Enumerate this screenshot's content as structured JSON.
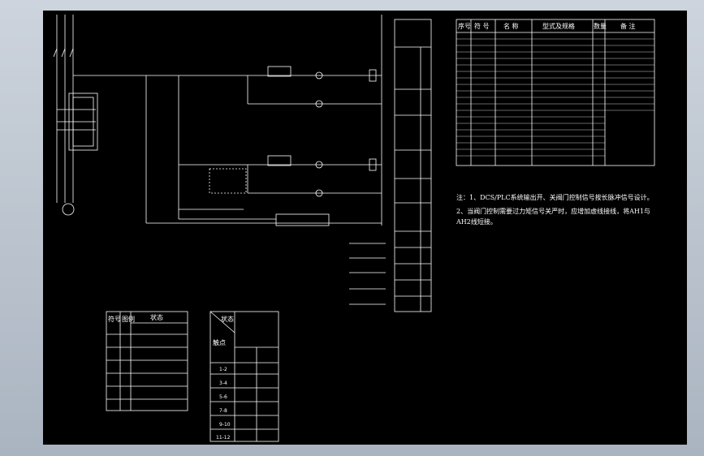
{
  "drawing": {
    "notes": {
      "line1": "注：1、DCS/PLC系统输出开、关阀门控制信号按长脉冲信号设计。",
      "line2": "2、当阀门控制需要过力矩信号关严时，应增加虚线接线，将AH1与AH2线短接。"
    },
    "right_table_headers": [
      "序号",
      "符 号",
      "名 称",
      "型式及规格",
      "数量",
      "备 注"
    ],
    "bottom_left_table": {
      "headers": [
        "符号",
        "图例",
        "状态"
      ]
    },
    "bottom_mid_table": {
      "header_top": "状态",
      "header_side": "触点",
      "contact_rows": [
        "1-2",
        "3-4",
        "5-6",
        "7-8",
        "9-10",
        "11-12"
      ]
    },
    "colors": {
      "background": "#000000",
      "lines": "#ffffff",
      "frame": "#b8c1cc"
    }
  }
}
